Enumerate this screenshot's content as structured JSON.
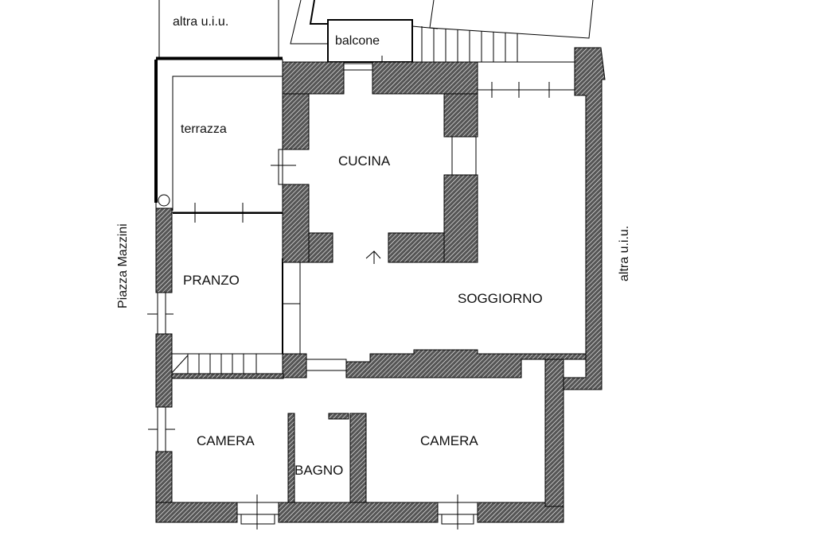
{
  "labels": {
    "altra_uiu_top": "altra u.i.u.",
    "balcone": "balcone",
    "terrazza": "terrazza",
    "cucina": "CUCINA",
    "pranzo": "PRANZO",
    "soggiorno": "SOGGIORNO",
    "camera_left": "CAMERA",
    "bagno": "BAGNO",
    "camera_right": "CAMERA",
    "piazza": "Piazza Mazzini",
    "altra_uiu_right": "altra u.i.u."
  },
  "colors": {
    "wall": "#333333",
    "line": "#000000",
    "background": "#ffffff"
  }
}
